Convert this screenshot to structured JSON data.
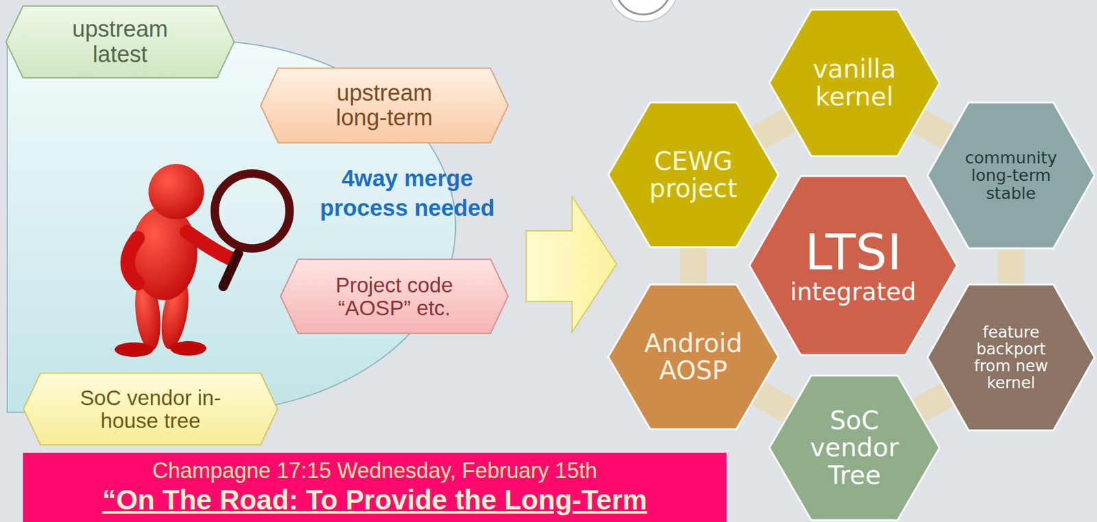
{
  "diagram": {
    "nodes": [
      {
        "text": [
          "upstream latest"
        ]
      },
      {
        "text": [
          "upstream long-term"
        ]
      },
      {
        "text": [
          "Project code “AOSP” etc."
        ]
      },
      {
        "text": [
          "SoC vendor in-house tree"
        ]
      },
      {
        "text": [
          "vanilla kernel"
        ]
      },
      {
        "text": [
          "CEWG project"
        ]
      },
      {
        "text": [
          "community long-term stable"
        ]
      },
      {
        "text": [
          "LTSI",
          "integrated"
        ]
      },
      {
        "text": [
          "Android AOSP"
        ]
      },
      {
        "text": [
          "feature backport from new kernel"
        ]
      },
      {
        "text": [
          "SoC vendor Tree"
        ]
      },
      {
        "text": [
          "Champagne 17:15 Wednesday, February 15th",
          "“On The Road: To Provide the Long-Term"
        ]
      }
    ],
    "edges": [
      {
        "from": 4,
        "to": 6,
        "arrow": "none"
      },
      {
        "from": 6,
        "to": 9,
        "arrow": "none"
      },
      {
        "from": 9,
        "to": 10,
        "arrow": "none"
      },
      {
        "from": 10,
        "to": 8,
        "arrow": "none"
      },
      {
        "from": 8,
        "to": 5,
        "arrow": "none"
      },
      {
        "from": 5,
        "to": 4,
        "arrow": "none"
      }
    ],
    "labels": [
      "4way merge process needed"
    ]
  }
}
